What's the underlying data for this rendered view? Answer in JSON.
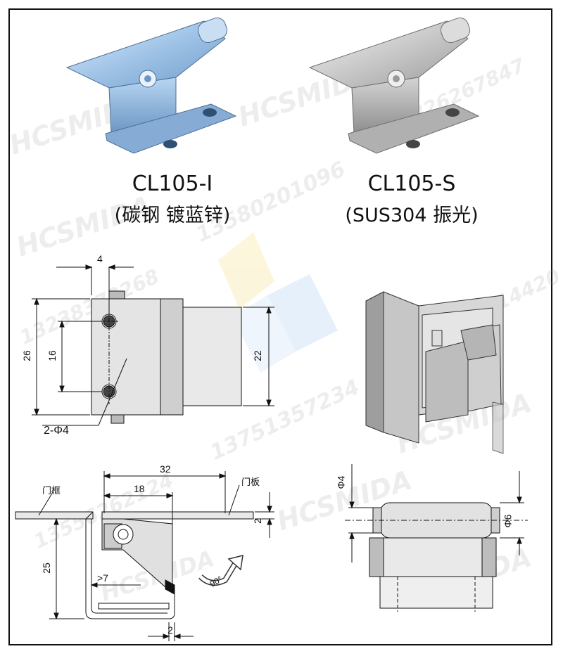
{
  "products": [
    {
      "model": "CL105-I",
      "material": "(碳钢 镀蓝锌)",
      "color": "#9fc3e6"
    },
    {
      "model": "CL105-S",
      "material": "(SUS304 振光)",
      "color": "#c9c9c9"
    }
  ],
  "front_view": {
    "dim_top": "4",
    "dim_height": "26",
    "dim_hole_spacing": "16",
    "dim_right": "22",
    "dim_holes": "2-Φ4"
  },
  "side_view": {
    "dim_width": "32",
    "dim_inner": "18",
    "dim_height": "25",
    "dim_gap": ">7",
    "dim_thick_top": "2",
    "dim_thick_bottom": "2",
    "label_frame": "门框",
    "label_door": "门板",
    "rotation": "90°"
  },
  "pin_view": {
    "dim_pin": "Φ4",
    "dim_barrel": "Φ6"
  },
  "watermarks": [
    "HCSMIDA",
    "13580201096",
    "13751357234",
    "13556262124",
    "13826267847",
    "13632814420",
    "13238372268"
  ]
}
